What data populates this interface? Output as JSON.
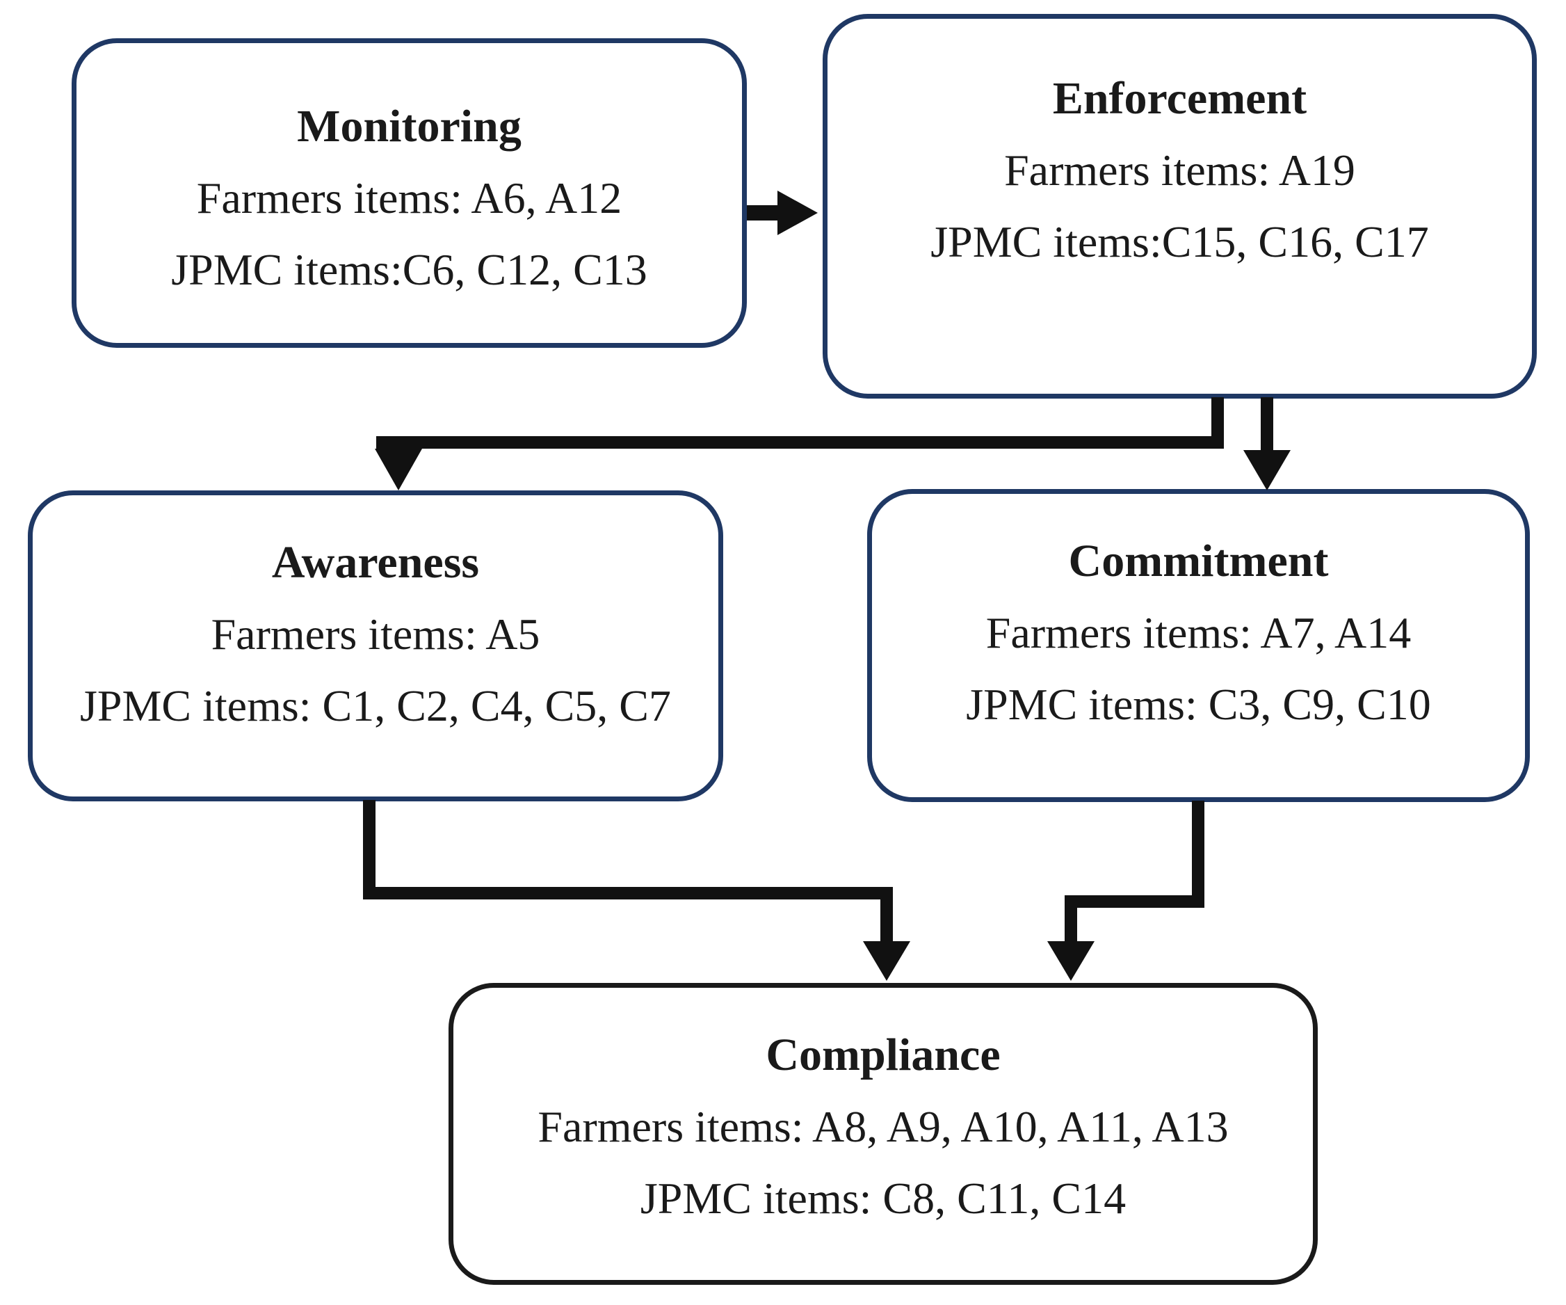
{
  "figure": {
    "type": "flowchart",
    "background": "#ffffff",
    "colors": {
      "box_border_blue": "#1f3864",
      "box_border_black": "#1a1a1a",
      "arrow": "#111111",
      "text": "#1a1a1a"
    },
    "boxes": {
      "monitoring": {
        "title": "Monitoring",
        "farmers_line": "Farmers items: A6, A12",
        "jpmc_line": "JPMC items:C6, C12, C13"
      },
      "enforcement": {
        "title": "Enforcement",
        "farmers_line": "Farmers items: A19",
        "jpmc_line": "JPMC items:C15, C16, C17"
      },
      "awareness": {
        "title": "Awareness",
        "farmers_line": "Farmers items: A5",
        "jpmc_line": "JPMC items: C1, C2, C4, C5, C7"
      },
      "commitment": {
        "title": "Commitment",
        "farmers_line": "Farmers items: A7, A14",
        "jpmc_line": "JPMC items: C3, C9, C10"
      },
      "compliance": {
        "title": "Compliance",
        "farmers_line": "Farmers items: A8, A9, A10, A11, A13",
        "jpmc_line": "JPMC items: C8, C11, C14"
      }
    },
    "edges": [
      {
        "from": "Monitoring",
        "to": "Enforcement"
      },
      {
        "from": "Enforcement",
        "to": "Awareness"
      },
      {
        "from": "Enforcement",
        "to": "Commitment"
      },
      {
        "from": "Awareness",
        "to": "Compliance"
      },
      {
        "from": "Commitment",
        "to": "Compliance"
      }
    ]
  }
}
